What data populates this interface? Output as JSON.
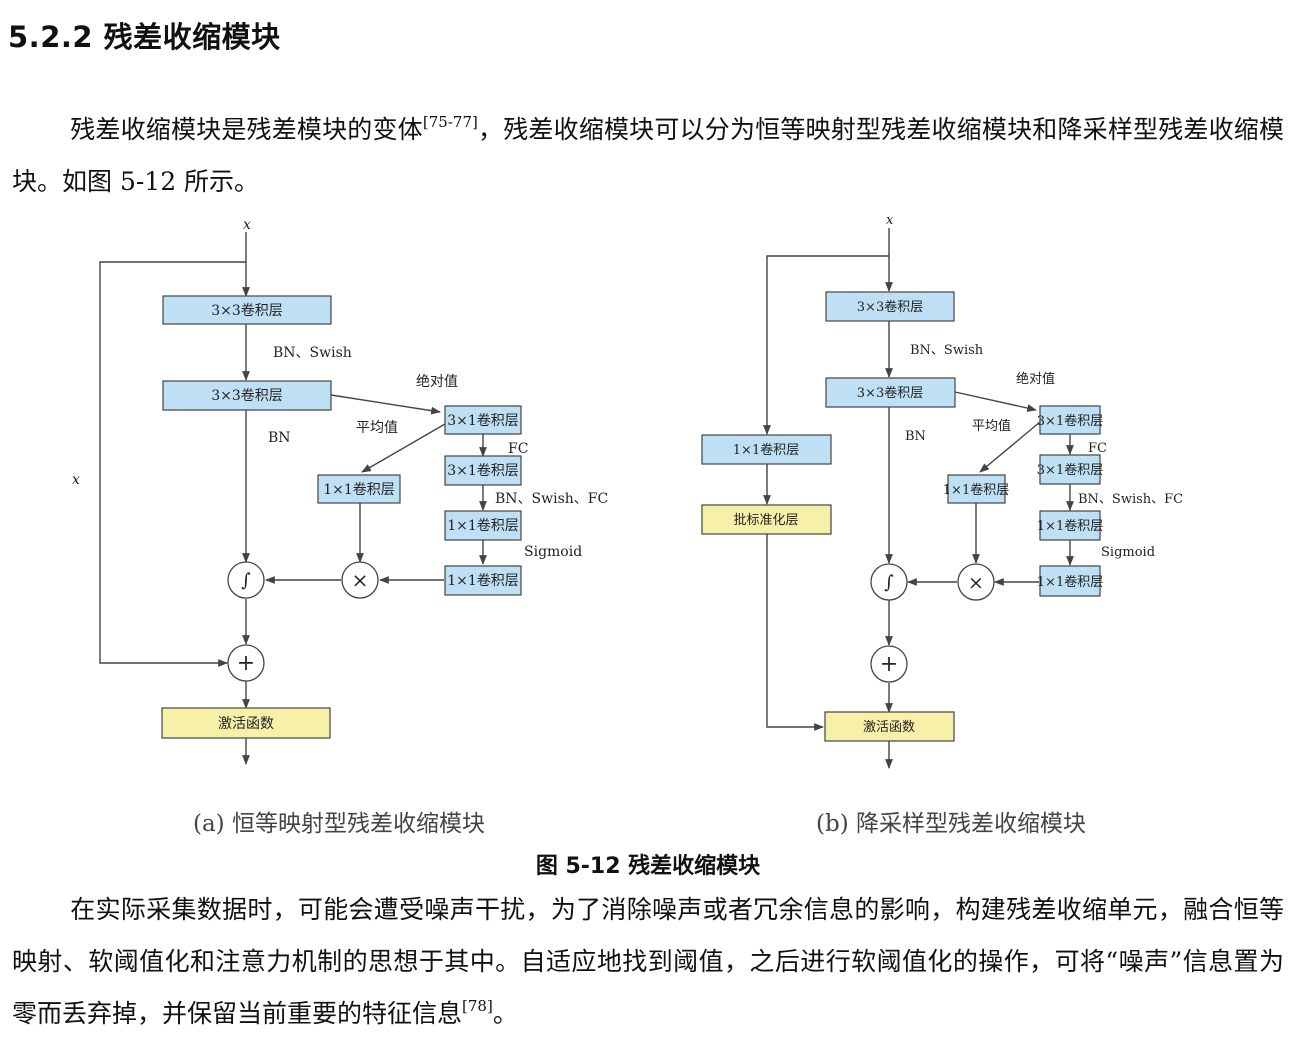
{
  "section": {
    "heading": "5.2.2 残差收缩模块"
  },
  "para1": {
    "text_a": "残差收缩模块是残差模块的变体",
    "cite": "[75-77]",
    "text_b": "，残差收缩模块可以分为恒等映射型残差收缩模块和降采样型残差收缩模块。如图 5-12 所示。"
  },
  "figure": {
    "caption": "图 5-12   残差收缩模块",
    "diagram_a": {
      "caption": "(a) 恒等映射型残差收缩模块",
      "input": "x",
      "side": "x",
      "conv1": "3×3卷积层",
      "label_bn_swish": "BN、Swish",
      "conv2": "3×3卷积层",
      "label_abs": "绝对值",
      "label_bn": "BN",
      "label_avg": "平均值",
      "conv3x1": "3×1卷积层",
      "label_fc": "FC",
      "conv3x1b": "3×1卷积层",
      "conv1x1_left": "1×1卷积层",
      "label_bn_swish_fc": "BN、Swish、FC",
      "conv1x1a": "1×1卷积层",
      "label_sigmoid": "Sigmoid",
      "conv1x1b": "1×1卷积层",
      "op_soft": "∫",
      "op_mul": "×",
      "op_add": "+",
      "activation": "激活函数"
    },
    "diagram_b": {
      "caption": "(b) 降采样型残差收缩模块",
      "input": "x",
      "conv1": "3×3卷积层",
      "label_bn_swish": "BN、Swish",
      "conv2": "3×3卷积层",
      "label_abs": "绝对值",
      "label_bn": "BN",
      "label_avg": "平均值",
      "conv3x1": "3×1卷积层",
      "label_fc": "FC",
      "conv3x1b": "3×1卷积层",
      "conv1x1_left": "1×1卷积层",
      "label_bn_swish_fc": "BN、Swish、FC",
      "conv1x1a": "1×1卷积层",
      "label_sigmoid": "Sigmoid",
      "conv1x1b": "1×1卷积层",
      "op_soft": "∫",
      "op_mul": "×",
      "op_add": "+",
      "activation": "激活函数",
      "side_conv": "1×1卷积层",
      "side_bn": "批标准化层"
    },
    "colors": {
      "conv_fill": "#bfe0f4",
      "activation_fill": "#f7f0a8",
      "stroke": "#444444"
    }
  },
  "para2": {
    "text_a": "在实际采集数据时，可能会遭受噪声干扰，为了消除噪声或者冗余信息的影响，构建残差收缩单元，融合恒等映射、软阈值化和注意力机制的思想于其中。自适应地找到阈值，之后进行软阈值化的操作，可将“噪声”信息置为零而丢弃掉，并保留当前重要的特征信息",
    "cite": "[78]",
    "text_b": "。"
  }
}
